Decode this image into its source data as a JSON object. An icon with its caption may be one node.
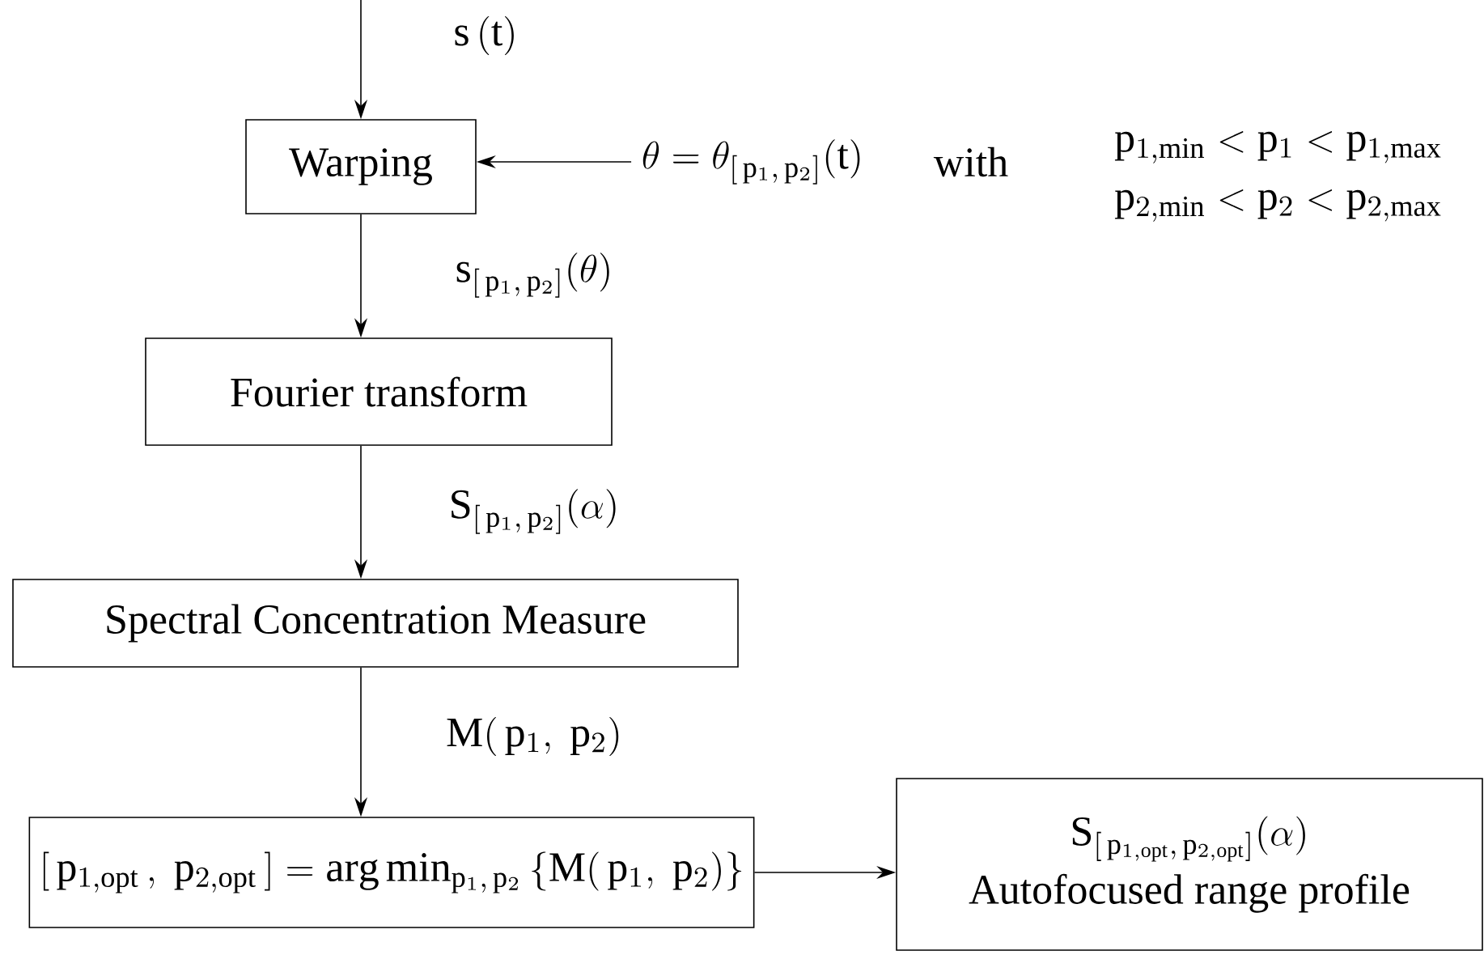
{
  "diagram": {
    "nodes": [
      {
        "text": [
          "Warping"
        ]
      },
      {
        "text": [
          "Fourier transform"
        ]
      },
      {
        "text": [
          "Spectral Concentration Measure"
        ]
      },
      {
        "text": [
          "[\\,\\mathrm{p}_{1,\\mathrm{opt}}\\,,\\ \\mathrm{p}_{2,\\mathrm{opt}}\\,] = \\arg\\min_{\\mathrm{p}_1,\\,\\mathrm{p}_2}\\left\\{\\mathrm{M}(\\,\\mathrm{p}_1,\\ \\mathrm{p}_2)\\right\\}"
        ]
      },
      {
        "text": [
          "\\mathrm{S}_{[\\,\\mathrm{p}_{1,\\mathrm{opt}},\\,\\mathrm{p}_{2,\\mathrm{opt}}]}(\\alpha)",
          "Autofocused range profile"
        ]
      },
      {
        "text": [
          "\\theta = \\theta_{[\\,\\mathrm{p}_1,\\,\\mathrm{p}_2]}(\\mathrm{t})"
        ]
      }
    ],
    "edges": [
      {
        "from": null,
        "to": 0,
        "arrow": "to",
        "label": "\\mathrm{s}\\,(\\mathrm{t})"
      },
      {
        "from": 0,
        "to": 1,
        "arrow": "to",
        "label": "\\mathrm{s}_{[\\,\\mathrm{p}_1,\\,\\mathrm{p}_2]}(\\theta)"
      },
      {
        "from": 1,
        "to": 2,
        "arrow": "to",
        "label": "\\mathrm{S}_{[\\,\\mathrm{p}_1,\\,\\mathrm{p}_2]}(\\alpha)"
      },
      {
        "from": 2,
        "to": 3,
        "arrow": "to",
        "label": "\\mathrm{M}(\\,\\mathrm{p}_1,\\ \\mathrm{p}_2)"
      },
      {
        "from": 3,
        "to": 4,
        "arrow": "to"
      },
      {
        "from": 5,
        "to": 0,
        "arrow": "to"
      }
    ],
    "labels": [
      "with",
      "\\mathrm{p}_{1,\\mathrm{min}} < \\mathrm{p}_1 < \\mathrm{p}_{1,\\mathrm{max}}",
      "\\mathrm{p}_{2,\\mathrm{min}} < \\mathrm{p}_2 < \\mathrm{p}_{2,\\mathrm{max}}"
    ]
  }
}
